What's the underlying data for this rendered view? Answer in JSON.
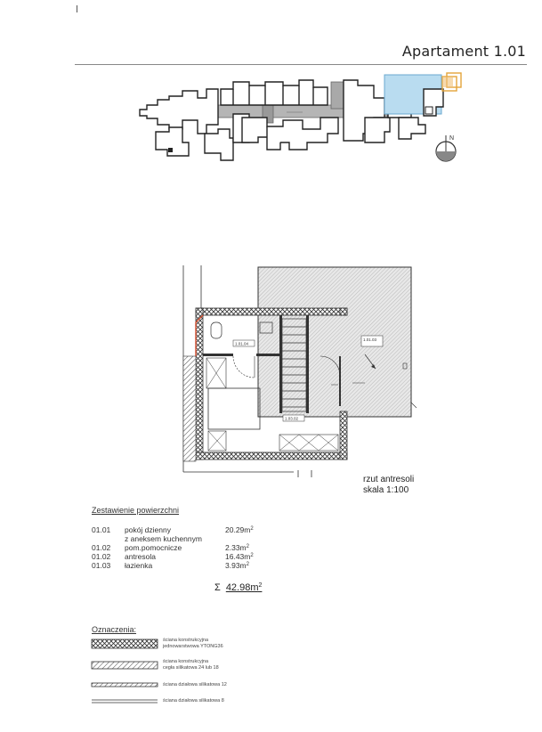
{
  "header": {
    "title": "Apartament 1.01"
  },
  "plan": {
    "caption_line1": "rzut antresoli",
    "caption_line2": "skala 1:100",
    "room_labels": [
      "1.01.04",
      "1.03.02",
      "1.01.03"
    ]
  },
  "areas": {
    "heading": "Zestawienie powierzchni",
    "rows": [
      {
        "num": "01.01",
        "name": "pokój dzienny",
        "value": "20.29m",
        "unit_sup": "2"
      },
      {
        "num": "",
        "name": "z aneksem kuchennym",
        "value": "",
        "unit_sup": ""
      },
      {
        "num": "01.02",
        "name": "pom.pomocnicze",
        "value": "2.33m",
        "unit_sup": "2"
      },
      {
        "num": "01.02",
        "name": "antresola",
        "value": "16.43m",
        "unit_sup": "2"
      },
      {
        "num": "01.03",
        "name": "łazienka",
        "value": "3.93m",
        "unit_sup": "2"
      }
    ],
    "total_symbol": "Σ",
    "total_value": "42.98m",
    "total_sup": "2"
  },
  "legend": {
    "heading": "Oznaczenia:",
    "items": [
      {
        "line1": "ściana konstrukcyjna",
        "line2": "jednowarstwowa YTONG36"
      },
      {
        "line1": "ściana konstrukcyjna",
        "line2": "cegła silikatowa 24 lub 18"
      },
      {
        "line1": "ściana działowa silikatowa 12",
        "line2": ""
      },
      {
        "line1": "ściana działowa silikatowa 8",
        "line2": ""
      }
    ]
  },
  "compass": {
    "label": "N"
  },
  "colors": {
    "highlight_fill": "#b9dcf0",
    "highlight_stroke": "#6aa9cf",
    "accent_orange": "#e3a43a",
    "accent_red": "#d24a2a",
    "corridor_gray": "#b5b5b5"
  }
}
